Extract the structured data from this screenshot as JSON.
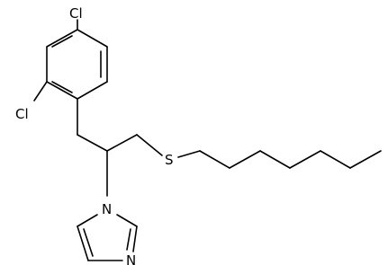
{
  "molecule": {
    "atoms": {
      "cl_top": "Cl",
      "cl_left": "Cl",
      "sulfur": "S",
      "nitrogen_ring_attached": "N",
      "nitrogen_ring_lower": "N"
    }
  },
  "colors": {
    "bond": "#000000",
    "label": "#000000",
    "background": "#ffffff"
  }
}
